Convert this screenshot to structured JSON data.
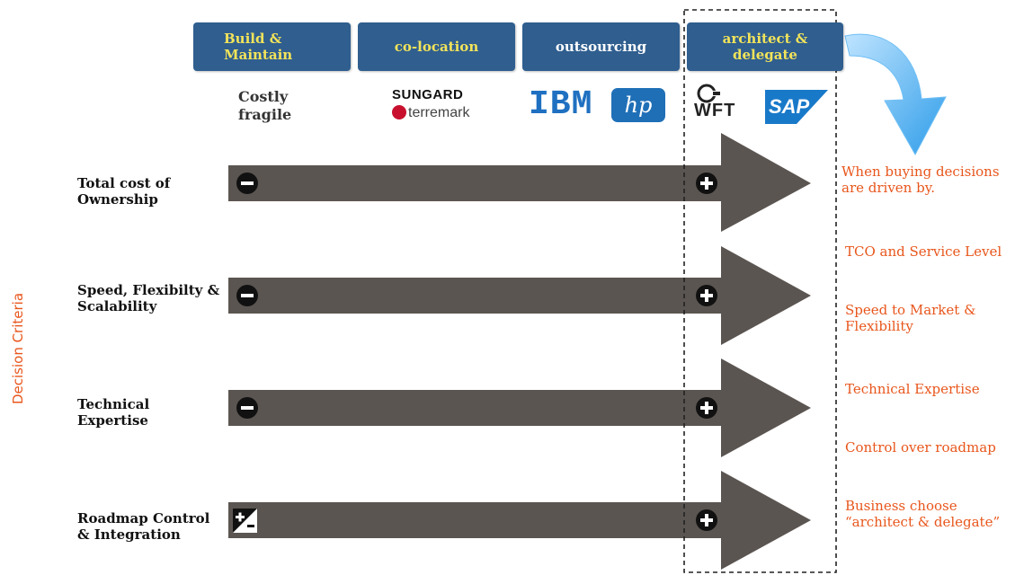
{
  "headers": [
    {
      "label": "Build & Maintain",
      "color": "#f2e35a"
    },
    {
      "label": "co-location",
      "color": "#f2e35a"
    },
    {
      "label": "outsourcing",
      "color": "#ffffff"
    },
    {
      "label": "architect & delegate",
      "color": "#f2e35a"
    }
  ],
  "logos": {
    "build_maintain_text": "Costly fragile",
    "colocation": [
      "SUNGARD",
      "terremark"
    ],
    "outsourcing": [
      "IBM",
      "hp"
    ],
    "architect": [
      "WFT",
      "SAP"
    ]
  },
  "rows": [
    {
      "label": "Total cost of Ownership",
      "left_marker": "minus",
      "right_marker": "plus"
    },
    {
      "label": "Speed, Flexibilty & Scalability",
      "left_marker": "minus",
      "right_marker": "plus"
    },
    {
      "label": "Technical Expertise",
      "left_marker": "minus",
      "right_marker": "plus"
    },
    {
      "label": "Roadmap Control & Integration",
      "left_marker": "plus-minus",
      "right_marker": "plus"
    }
  ],
  "side_label": "Decision Criteria",
  "right_texts": [
    "When buying decisions are driven by.",
    "TCO and Service Level",
    "Speed to Market & Flexibility",
    "Technical Expertise",
    "Control over roadmap",
    "Business choose “architect & delegate”"
  ],
  "colors": {
    "header_bg": "#2f5e8f",
    "arrow": "#5b5551",
    "accent_text": "#e8561c",
    "curved_arrow": "#3fa9f5"
  }
}
